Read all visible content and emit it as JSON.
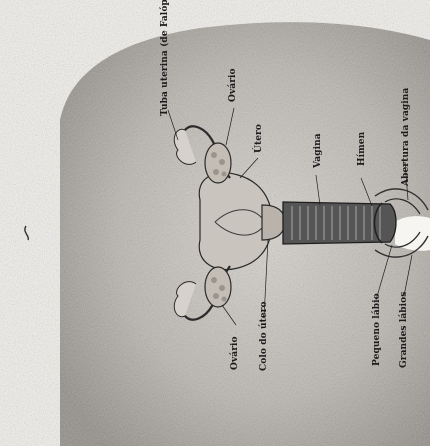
{
  "labels": {
    "tuba": "Tuba uterina (de Falópio)",
    "ovario_top": "Ovário",
    "utero": "Útero",
    "vagina": "Vagina",
    "himen": "Hímen",
    "abertura": "Abertura da vagina",
    "ovario_bottom": "Ovário",
    "colo": "Colo do útero",
    "pequeno": "Pequeno lábio",
    "grandes": "Grandes lábios"
  }
}
